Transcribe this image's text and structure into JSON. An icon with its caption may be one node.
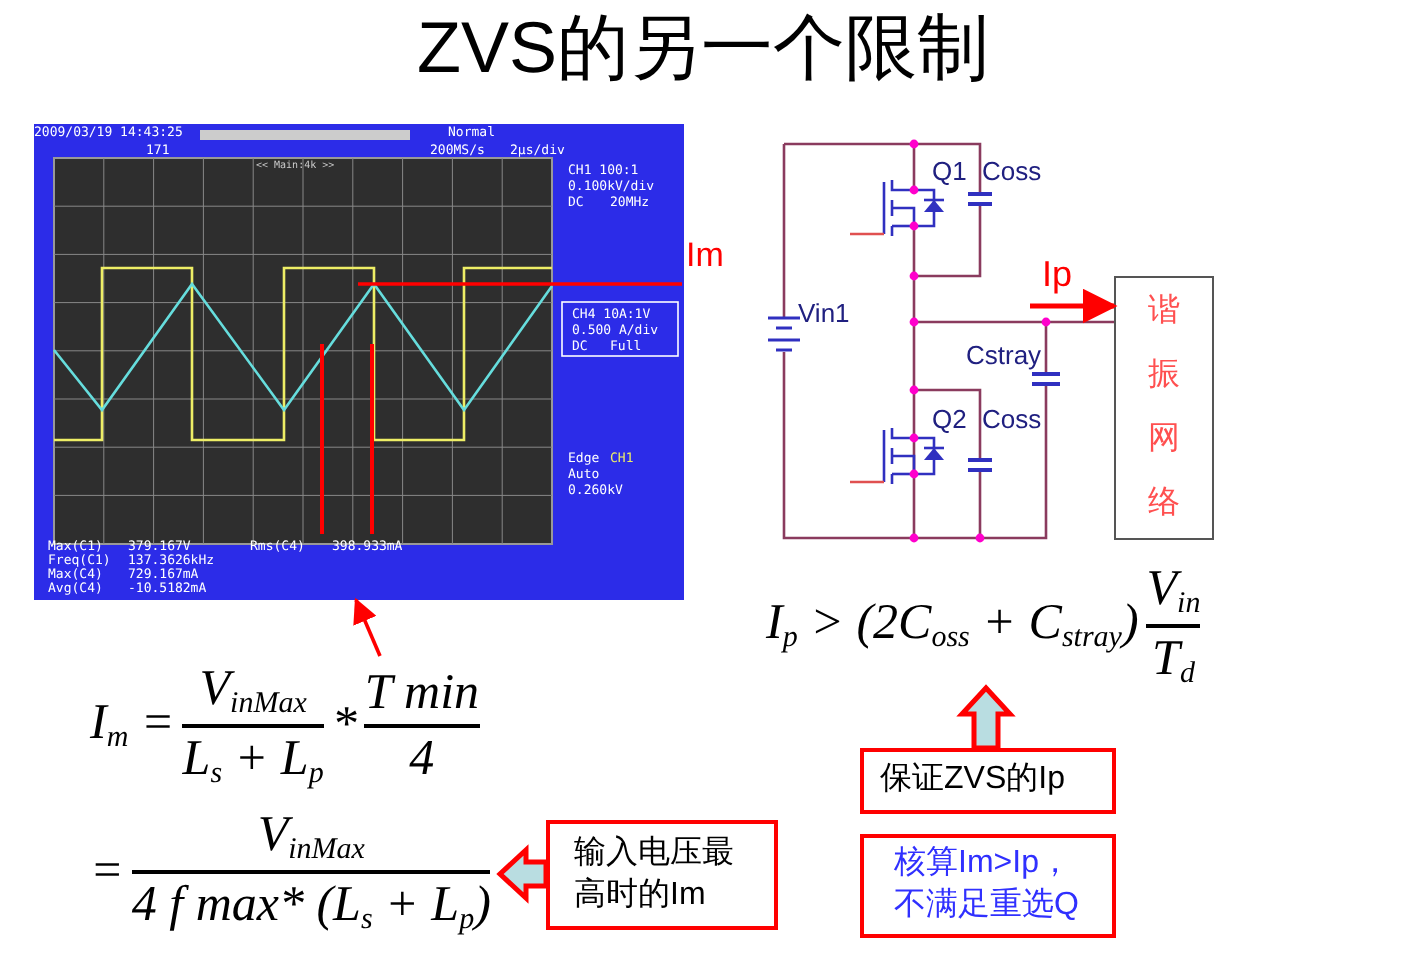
{
  "diagram": {
    "title": "ZVS的另一个限制",
    "nodes": [
      {
        "text": [],
        "shape": "picture"
      },
      {
        "text": [
          "Im"
        ]
      },
      {
        "text": [
          "谐振网络"
        ]
      },
      {
        "text": [
          "I$_{m}$ =",
          "V$_{inMax}$",
          "L$_{s}$ + L$_{p}$",
          "*",
          "T min",
          "4"
        ]
      },
      {
        "text": [
          "=",
          "V$_{inMax}$",
          "4 f max* (L$_{s}$ + L$_{p}$)"
        ]
      },
      {
        "text": [
          "输入电压最高时的Im"
        ]
      },
      {
        "text": [
          "I$_{p}$ > (2C$_{oss}$ + C$_{stray}$)",
          "V$_{in}$",
          "T$_{d}$"
        ]
      },
      {
        "text": [
          "保证ZVS的Ip"
        ]
      },
      {
        "text": [
          "核算Im>Ip，不满足重选Q"
        ]
      }
    ],
    "edges": [
      {
        "from": 3,
        "to": 0,
        "arrow": "to"
      },
      {
        "from": 1,
        "to": 0,
        "arrow": "none"
      },
      {
        "from": null,
        "to": 2,
        "arrow": "to",
        "label": "Ip"
      },
      {
        "from": 5,
        "to": 4,
        "arrow": "to",
        "style": "thick",
        "color": "#b9dde1"
      },
      {
        "from": 7,
        "to": 6,
        "arrow": "to",
        "style": "thick",
        "color": "#b9dde1"
      }
    ],
    "labels": [
      "2009/03/19 14:43:25",
      "171",
      "Normal",
      "200MS/s",
      "2μs/div",
      "<< Main:4k >>",
      "CH1 100:1",
      "0.100kV/div",
      "DC",
      "20MHz",
      "CH4 10A:1V",
      "0.500 A/div",
      "DC",
      "Full",
      "Edge",
      "CH1",
      "Auto",
      "0.260kV",
      "Max(C1)",
      "379.167V",
      "Rms(C4)",
      "398.933mA",
      "Freq(C1)",
      "137.3626kHz",
      "Max(C4)",
      "729.167mA",
      "Avg(C4)",
      "-10.5182mA",
      "Q1",
      "Coss",
      "Vin1",
      "Cstray",
      "Q2",
      "Coss"
    ]
  }
}
